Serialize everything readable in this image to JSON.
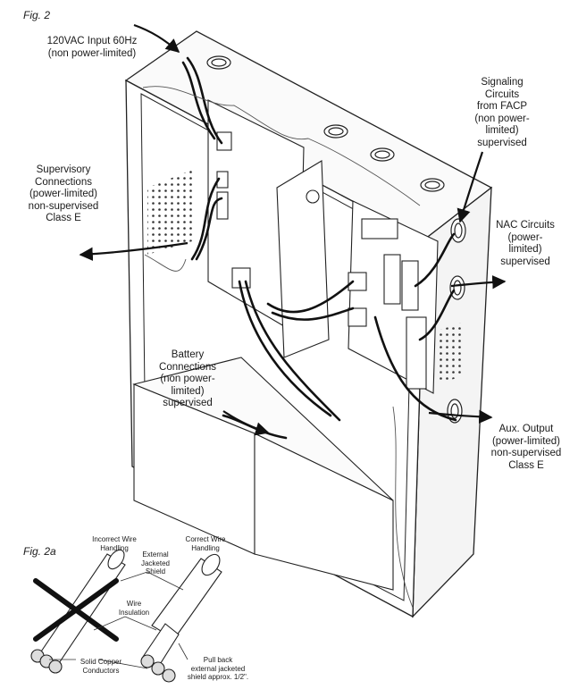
{
  "figure_main": "Fig. 2",
  "figure_inset": "Fig. 2a",
  "labels": {
    "ac_input": [
      "120VAC Input 60Hz",
      "(non power-limited)"
    ],
    "supervisory": [
      "Supervisory",
      "Connections",
      "(power-limited)",
      "non-supervised",
      "Class E"
    ],
    "signaling": [
      "Signaling",
      "Circuits",
      "from FACP",
      "(non power-",
      "limited)",
      "supervised"
    ],
    "nac": [
      "NAC Circuits",
      "(power-",
      "limited)",
      "supervised"
    ],
    "battery": [
      "Battery",
      "Connections",
      "(non power-",
      "limited)",
      "supervised"
    ],
    "aux": [
      "Aux. Output",
      "(power-limited)",
      "non-supervised",
      "Class E"
    ]
  },
  "inset_labels": {
    "incorrect": [
      "Incorrect Wire",
      "Handling"
    ],
    "correct": [
      "Correct Wire",
      "Handling"
    ],
    "jacket": [
      "External",
      "Jacketed",
      "Shield"
    ],
    "insulation": [
      "Wire",
      "Insulation"
    ],
    "conductors": [
      "Solid Copper",
      "Conductors"
    ],
    "pullback": [
      "Pull back",
      "external jacketed",
      "shield approx. 1/2\"."
    ]
  }
}
